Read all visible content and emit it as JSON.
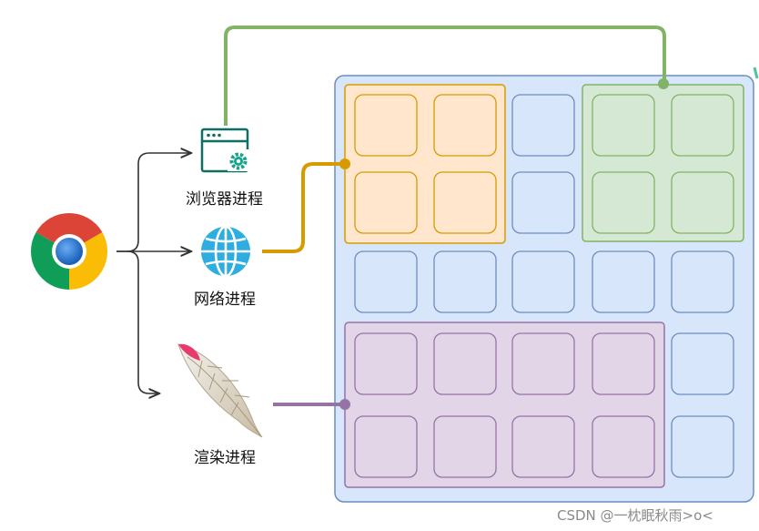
{
  "labels": {
    "browser_process": "浏览器进程",
    "network_process": "网络进程",
    "render_process": "渲染进程"
  },
  "watermark": "CSDN @一枕眠秋雨>o<",
  "icons": {
    "chrome": "chrome-logo-icon",
    "browser": "browser-window-gear-icon",
    "network": "globe-icon",
    "render": "feather-quill-icon"
  },
  "colors": {
    "outer_fill": "#d8e6fb",
    "outer_stroke": "#6c8ebf",
    "browser_fill": "#d5e8d4",
    "browser_stroke": "#82b366",
    "network_fill": "#ffe6cc",
    "network_stroke": "#d79b00",
    "render_fill": "#e1d5e7",
    "render_stroke": "#9673a6",
    "browser_line": "#82b366",
    "network_line": "#d79b00",
    "render_line": "#9673a6",
    "arrow": "#333333",
    "icon_teal": "#0f6f60"
  }
}
